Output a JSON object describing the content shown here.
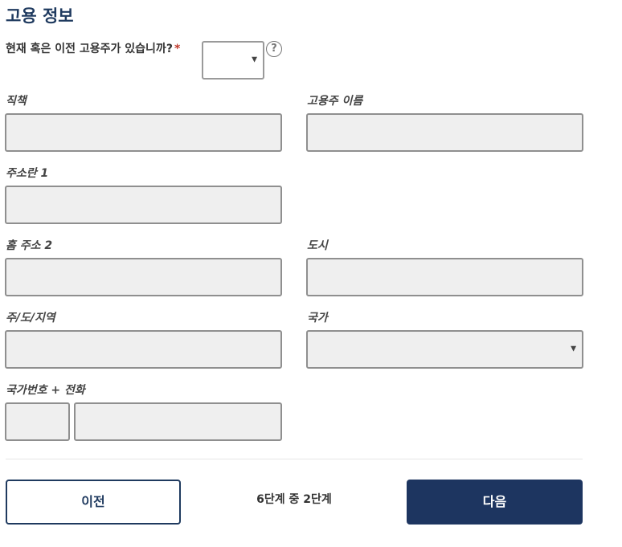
{
  "section": {
    "title": "고용 정보"
  },
  "question": {
    "text": "현재 혹은 이전 고용주가 있습니까?",
    "required_mark": "*",
    "selected_value": "",
    "help_symbol": "?"
  },
  "fields": {
    "job_title": {
      "label": "직책",
      "value": ""
    },
    "employer_name": {
      "label": "고용주 이름",
      "value": ""
    },
    "address_line1": {
      "label": "주소란 1",
      "value": ""
    },
    "address_line2": {
      "label": "홈 주소 2",
      "value": ""
    },
    "city": {
      "label": "도시",
      "value": ""
    },
    "state_region": {
      "label": "주/도/지역",
      "value": ""
    },
    "country": {
      "label": "국가",
      "value": ""
    },
    "phone": {
      "label": "국가번호 + 전화",
      "country_code": "",
      "number": ""
    }
  },
  "icons": {
    "help": "help-circle-icon",
    "dropdown": "chevron-down-icon"
  },
  "navigation": {
    "prev_label": "이전",
    "step_text": "6단계 중 2단계",
    "next_label": "다음"
  },
  "colors": {
    "title": "#1f3a5f",
    "primary_button": "#1d3560",
    "required": "#c0392b",
    "field_background": "#efefef",
    "field_border": "#8f8f8f"
  }
}
